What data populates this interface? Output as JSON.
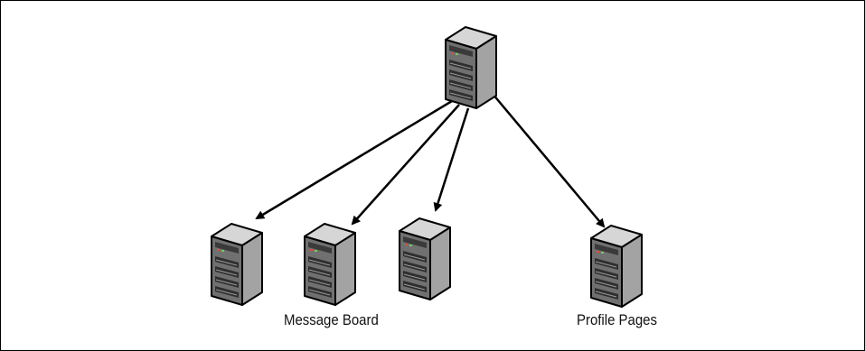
{
  "diagram": {
    "labels": {
      "message_board": "Message Board",
      "profile_pages": "Profile Pages"
    },
    "nodes": [
      {
        "id": "root",
        "icon": "server-icon"
      },
      {
        "id": "server-1",
        "icon": "server-icon"
      },
      {
        "id": "server-2",
        "icon": "server-icon"
      },
      {
        "id": "server-3",
        "icon": "server-icon"
      },
      {
        "id": "server-4",
        "icon": "server-icon"
      }
    ],
    "edges": [
      {
        "from": "root",
        "to": "server-1"
      },
      {
        "from": "root",
        "to": "server-2"
      },
      {
        "from": "root",
        "to": "server-3"
      },
      {
        "from": "root",
        "to": "server-4"
      }
    ],
    "colors": {
      "server_front": "#6f6f6f",
      "server_side": "#a8a8a8",
      "server_top": "#d4d4d4",
      "outline": "#000000"
    }
  }
}
